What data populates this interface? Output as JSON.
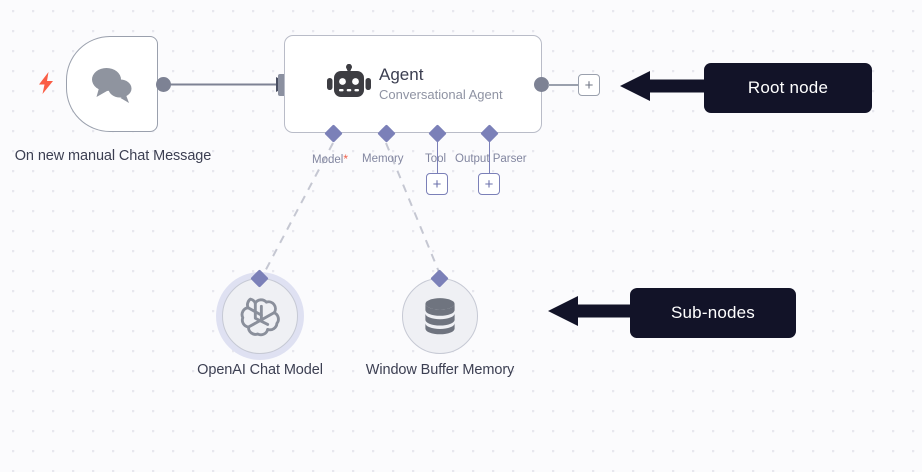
{
  "canvas": {
    "background_color": "#fbfbfd",
    "dot_color": "#e7e7ee"
  },
  "nodes": {
    "trigger": {
      "label": "On new manual Chat Message",
      "icon": "chat-bubbles-icon",
      "badge_icon": "lightning-bolt-icon",
      "badge_color": "#fa5d45",
      "border_color": "#9aa0ad"
    },
    "agent": {
      "title": "Agent",
      "subtitle": "Conversational Agent",
      "icon": "robot-icon",
      "icon_color": "#3d3d42",
      "border_color": "#b9bcc8",
      "ports": [
        {
          "label": "Model",
          "required": true,
          "required_marker": "*",
          "has_plus": false
        },
        {
          "label": "Memory",
          "required": false,
          "required_marker": "",
          "has_plus": false
        },
        {
          "label": "Tool",
          "required": false,
          "required_marker": "",
          "has_plus": true
        },
        {
          "label": "Output Parser",
          "required": false,
          "required_marker": "",
          "has_plus": true
        }
      ],
      "port_color": "#7b80b8",
      "output_plus_label": "+"
    },
    "openai": {
      "label": "OpenAI Chat Model",
      "icon": "openai-logo-icon",
      "has_halo": true
    },
    "memory": {
      "label": "Window Buffer Memory",
      "icon": "database-stack-icon",
      "has_halo": false
    }
  },
  "annotations": [
    {
      "text": "Root node",
      "arrow": "arrow-left-icon",
      "color": "#121328"
    },
    {
      "text": "Sub-nodes",
      "arrow": "arrow-left-icon",
      "color": "#121328"
    }
  ],
  "plus_label": "+"
}
